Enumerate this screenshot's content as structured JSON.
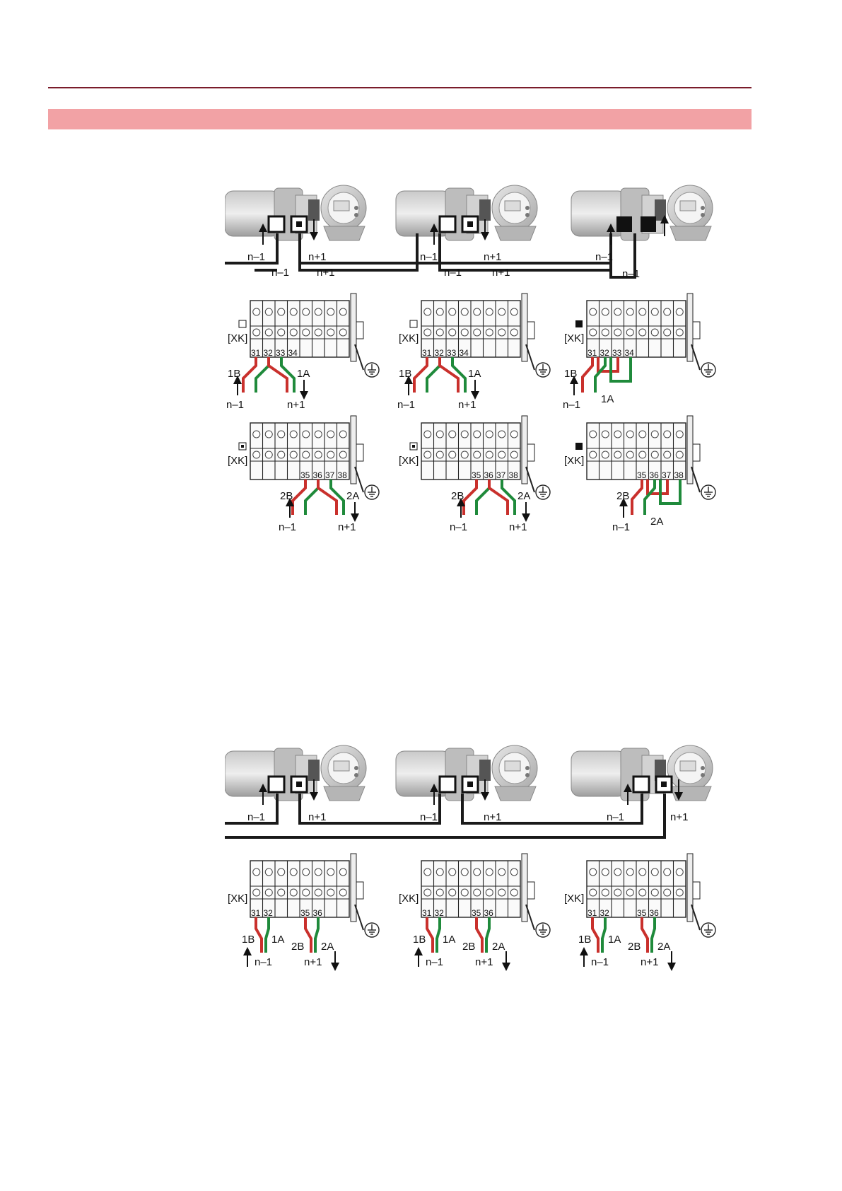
{
  "labels": {
    "n_minus": "n–1",
    "n_plus": "n+1",
    "xk": "[XK]",
    "ch1B": "1B",
    "ch1A": "1A",
    "ch2B": "2B",
    "ch2A": "2A"
  },
  "terminals": {
    "ch1_4": [
      "31",
      "32",
      "33",
      "34"
    ],
    "ch2_4": [
      "35",
      "36",
      "37",
      "38"
    ],
    "pair_a": [
      "31",
      "32"
    ],
    "pair_b": [
      "35",
      "36"
    ]
  },
  "wire_colors": {
    "red": "#c9302c",
    "green": "#1f8a3b",
    "bus": "#1a1a1a"
  }
}
